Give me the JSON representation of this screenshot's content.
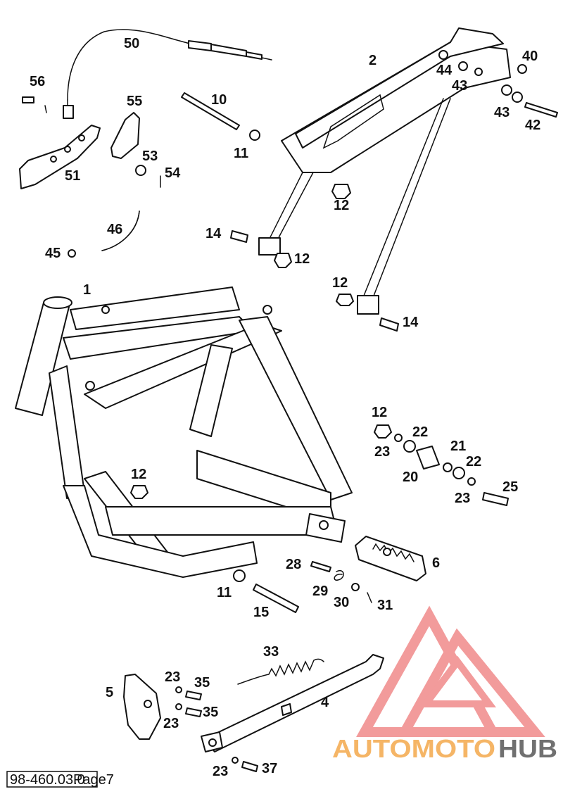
{
  "callouts": [
    {
      "key": "p50",
      "text": "50"
    },
    {
      "key": "p2",
      "text": "2"
    },
    {
      "key": "p40",
      "text": "40"
    },
    {
      "key": "p44",
      "text": "44"
    },
    {
      "key": "p43a",
      "text": "43"
    },
    {
      "key": "p43b",
      "text": "43"
    },
    {
      "key": "p42",
      "text": "42"
    },
    {
      "key": "p56",
      "text": "56"
    },
    {
      "key": "p55",
      "text": "55"
    },
    {
      "key": "p10",
      "text": "10"
    },
    {
      "key": "p11a",
      "text": "11"
    },
    {
      "key": "p53",
      "text": "53"
    },
    {
      "key": "p54",
      "text": "54"
    },
    {
      "key": "p51",
      "text": "51"
    },
    {
      "key": "p12a",
      "text": "12"
    },
    {
      "key": "p46",
      "text": "46"
    },
    {
      "key": "p14a",
      "text": "14"
    },
    {
      "key": "p12b",
      "text": "12"
    },
    {
      "key": "p45",
      "text": "45"
    },
    {
      "key": "p1",
      "text": "1"
    },
    {
      "key": "p12c",
      "text": "12"
    },
    {
      "key": "p14b",
      "text": "14"
    },
    {
      "key": "p12d",
      "text": "12"
    },
    {
      "key": "p22a",
      "text": "22"
    },
    {
      "key": "p23a",
      "text": "23"
    },
    {
      "key": "p21",
      "text": "21"
    },
    {
      "key": "p22b",
      "text": "22"
    },
    {
      "key": "p20",
      "text": "20"
    },
    {
      "key": "p25",
      "text": "25"
    },
    {
      "key": "p23b",
      "text": "23"
    },
    {
      "key": "p12e",
      "text": "12"
    },
    {
      "key": "p28",
      "text": "28"
    },
    {
      "key": "p6",
      "text": "6"
    },
    {
      "key": "p29",
      "text": "29"
    },
    {
      "key": "p11b",
      "text": "11"
    },
    {
      "key": "p30",
      "text": "30"
    },
    {
      "key": "p31",
      "text": "31"
    },
    {
      "key": "p15",
      "text": "15"
    },
    {
      "key": "p33",
      "text": "33"
    },
    {
      "key": "p23c",
      "text": "23"
    },
    {
      "key": "p35a",
      "text": "35"
    },
    {
      "key": "p5",
      "text": "5"
    },
    {
      "key": "p4",
      "text": "4"
    },
    {
      "key": "p35b",
      "text": "35"
    },
    {
      "key": "p23d",
      "text": "23"
    },
    {
      "key": "p23e",
      "text": "23"
    },
    {
      "key": "p37",
      "text": "37"
    }
  ],
  "footer": {
    "doc_number": "98-460.03.0",
    "page_label": "Page7"
  },
  "watermark": {
    "brand_part1": "AUTOMOTO",
    "brand_part2": "HUB",
    "color_primary": "#f08a8a",
    "color_accent": "#f5b566",
    "color_dark": "#707070"
  },
  "icons": [
    "automotohub-logo-icon"
  ]
}
